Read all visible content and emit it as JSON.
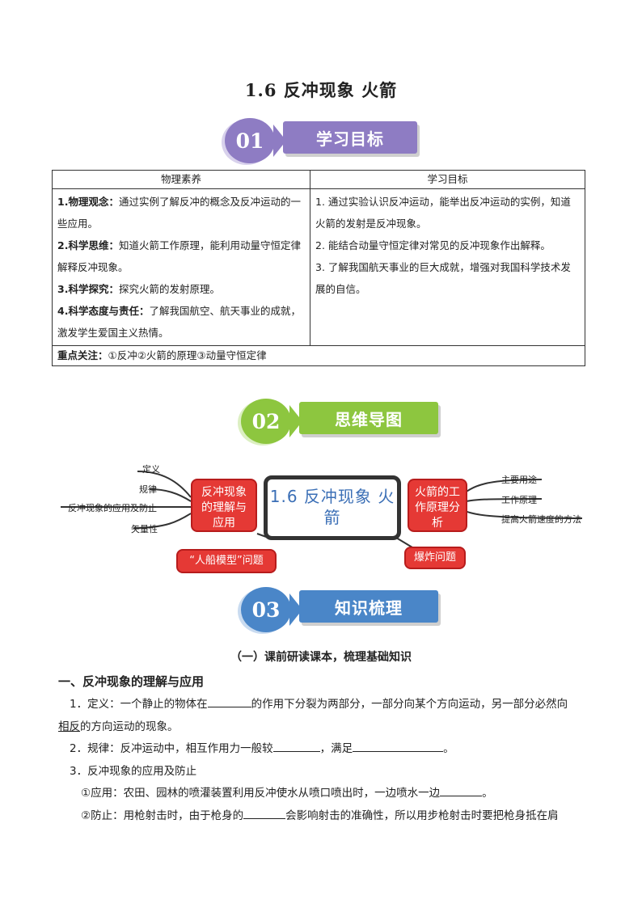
{
  "title": "1.6  反冲现象  火箭",
  "sections": {
    "s1": {
      "num": "01",
      "label": "学习目标"
    },
    "s2": {
      "num": "02",
      "label": "思维导图"
    },
    "s3": {
      "num": "03",
      "label": "知识梳理"
    }
  },
  "table": {
    "head_left": "物理素养",
    "head_right": "学习目标",
    "left": [
      {
        "key": "1.物理观念：",
        "text": "通过实例了解反冲的概念及反冲运动的一些应用。"
      },
      {
        "key": "2.科学思维：",
        "text": "知道火箭工作原理，能利用动量守恒定律解释反冲现象。"
      },
      {
        "key": "3.科学探究：",
        "text": "探究火箭的发射原理。"
      },
      {
        "key": "4.科学态度与责任：",
        "text": "了解我国航空、航天事业的成就，激发学生爱国主义热情。"
      }
    ],
    "right": [
      "1. 通过实验认识反冲运动，能举出反冲运动的实例，知道火箭的发射是反冲现象。",
      "2. 能结合动量守恒定律对常见的反冲现象作出解释。",
      "3. 了解我国航天事业的巨大成就，增强对我国科学技术发展的自信。"
    ],
    "focus_key": "重点关注：",
    "focus_text": "①反冲②火箭的原理③动量守恒定律"
  },
  "mindmap": {
    "center": "1.6 反冲现象 火箭",
    "left_box": "反冲现象的理解与应用",
    "right_box": "火箭的工作原理分析",
    "bottom_left": "“人船模型”问题",
    "bottom_right": "爆炸问题",
    "left_leaves": [
      "定义",
      "规律",
      "反冲现象的应用及防止",
      "矢量性"
    ],
    "right_leaves": [
      "主要用途",
      "工作原理",
      "提高火箭速度的方法"
    ]
  },
  "subtitle": "（一）课前研读课本，梳理基础知识",
  "heading1": "一、反冲现象的理解与应用",
  "items": {
    "i1a": "1．定义：一个静止的物体在",
    "i1b": "的作用下分裂为两部分，一部分向某个方向运动，另一部分必然向",
    "i1c": "相反",
    "i1d": "的方向运动的现象。",
    "i2a": "2．规律：反冲运动中，相互作用力一般较",
    "i2b": "，满足",
    "i2c": "。",
    "i3": "3．反冲现象的应用及防止",
    "i3aa": "①应用：农田、园林的喷灌装置利用反冲使水从喷口喷出时，一边喷水一边",
    "i3ab": "。",
    "i3ba": "②防止：用枪射击时，由于枪身的",
    "i3bb": "会影响射击的准确性，所以用步枪射击时要把枪身抵在肩"
  },
  "colors": {
    "purple": "#8e7cc3",
    "green": "#8dc63f",
    "blue": "#4a86c8",
    "red": "#e53935"
  }
}
